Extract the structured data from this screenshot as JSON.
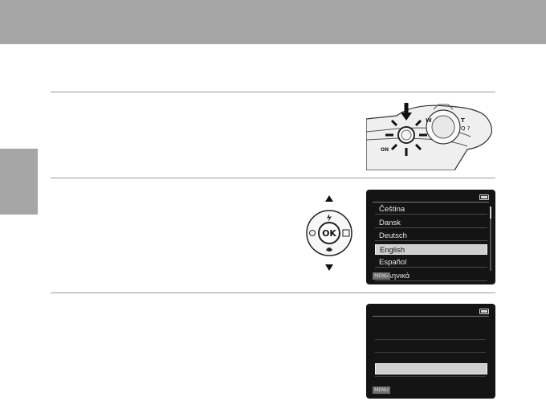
{
  "colors": {
    "header": "#a6a6a6",
    "rule": "#9a9a9a",
    "lcd_bg": "#141414",
    "highlight": "#cfcfcf"
  },
  "camera": {
    "icons": [
      "shutter-button-icon",
      "power-switch-icon",
      "zoom-control-icon"
    ],
    "labels": {
      "wide": "W",
      "tele": "T",
      "power": "ON"
    }
  },
  "multi_selector": {
    "center_label": "OK",
    "icons": [
      "flash-icon",
      "self-timer-icon",
      "macro-icon",
      "exposure-compensation-icon"
    ]
  },
  "language_screen": {
    "items": [
      "Čeština",
      "Dansk",
      "Deutsch",
      "English",
      "Español",
      "Ελληνικά"
    ],
    "selected": "English",
    "menu_label": "MENU"
  },
  "second_screen": {
    "menu_label": "MENU"
  }
}
